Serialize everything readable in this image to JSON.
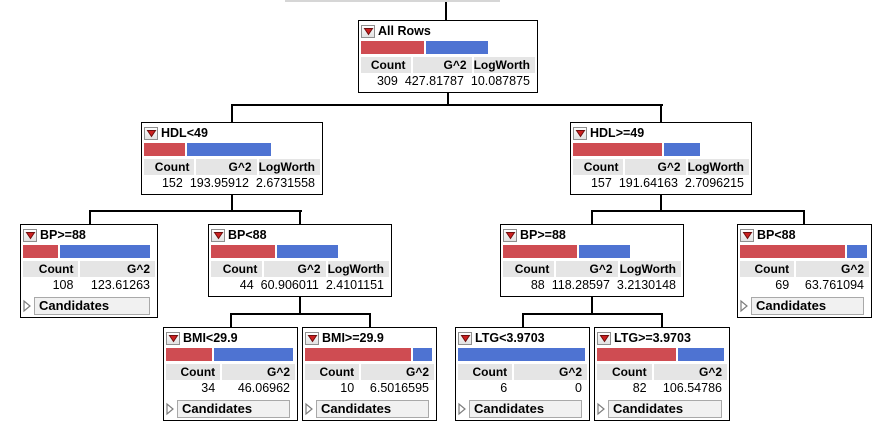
{
  "labels": {
    "count": "Count",
    "g2": "G^2",
    "logworth": "LogWorth",
    "candidates": "Candidates"
  },
  "colors": {
    "red_bar": "#cf4c52",
    "blue_bar": "#4e73d2",
    "header_bg": "#e5e5e5",
    "candidates_bg": "#f1f1f1",
    "menu_triangle": "#cc2020"
  },
  "nodes": [
    {
      "id": "all-rows",
      "title": "All Rows",
      "count": "309",
      "g2": "427.81787",
      "logworth": "10.087875",
      "red_fraction": 0.5,
      "candidates": false
    },
    {
      "id": "hdl-lt-49",
      "title": "HDL<49",
      "count": "152",
      "g2": "193.95912",
      "logworth": "2.6731558",
      "red_fraction": 0.33,
      "candidates": false
    },
    {
      "id": "hdl-ge-49",
      "title": "HDL>=49",
      "count": "157",
      "g2": "191.64163",
      "logworth": "2.7096215",
      "red_fraction": 0.71,
      "candidates": false
    },
    {
      "id": "bp-ge-88-left",
      "title": "BP>=88",
      "count": "108",
      "g2": "123.61263",
      "logworth": null,
      "red_fraction": 0.28,
      "candidates": true
    },
    {
      "id": "bp-lt-88-left",
      "title": "BP<88",
      "count": "44",
      "g2": "60.906011",
      "logworth": "2.4101151",
      "red_fraction": 0.51,
      "candidates": false
    },
    {
      "id": "bp-ge-88-right",
      "title": "BP>=88",
      "count": "88",
      "g2": "118.28597",
      "logworth": "3.2130148",
      "red_fraction": 0.59,
      "candidates": false
    },
    {
      "id": "bp-lt-88-right",
      "title": "BP<88",
      "count": "69",
      "g2": "63.761094",
      "logworth": null,
      "red_fraction": 0.84,
      "candidates": true
    },
    {
      "id": "bmi-lt-29-9",
      "title": "BMI<29.9",
      "count": "34",
      "g2": "46.06962",
      "logworth": null,
      "red_fraction": 0.37,
      "candidates": true
    },
    {
      "id": "bmi-ge-29-9",
      "title": "BMI>=29.9",
      "count": "10",
      "g2": "6.5016595",
      "logworth": null,
      "red_fraction": 0.85,
      "candidates": true
    },
    {
      "id": "ltg-lt-3-9703",
      "title": "LTG<3.9703",
      "count": "6",
      "g2": "0",
      "logworth": null,
      "red_fraction": 0.0,
      "candidates": true
    },
    {
      "id": "ltg-ge-3-9703",
      "title": "LTG>=3.9703",
      "count": "82",
      "g2": "106.54786",
      "logworth": null,
      "red_fraction": 0.63,
      "candidates": true
    }
  ]
}
